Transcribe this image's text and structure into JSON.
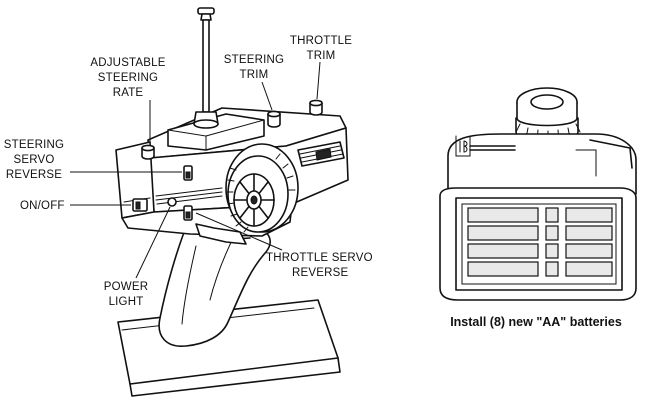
{
  "labels": {
    "adjustable_steering_rate": [
      "ADJUSTABLE",
      "STEERING",
      "RATE"
    ],
    "steering_trim": [
      "STEERING",
      "TRIM"
    ],
    "throttle_trim": [
      "THROTTLE",
      "TRIM"
    ],
    "steering_servo_reverse": [
      "STEERING",
      "SERVO",
      "REVERSE"
    ],
    "on_off": "ON/OFF",
    "throttle_servo_reverse": [
      "THROTTLE SERVO",
      "REVERSE"
    ],
    "power_light": [
      "POWER",
      "LIGHT"
    ]
  },
  "caption": "Install (8) new \"AA\" batteries",
  "colors": {
    "ink": "#111111",
    "paper": "#ffffff",
    "battery_cell": "#e9e9e9"
  }
}
